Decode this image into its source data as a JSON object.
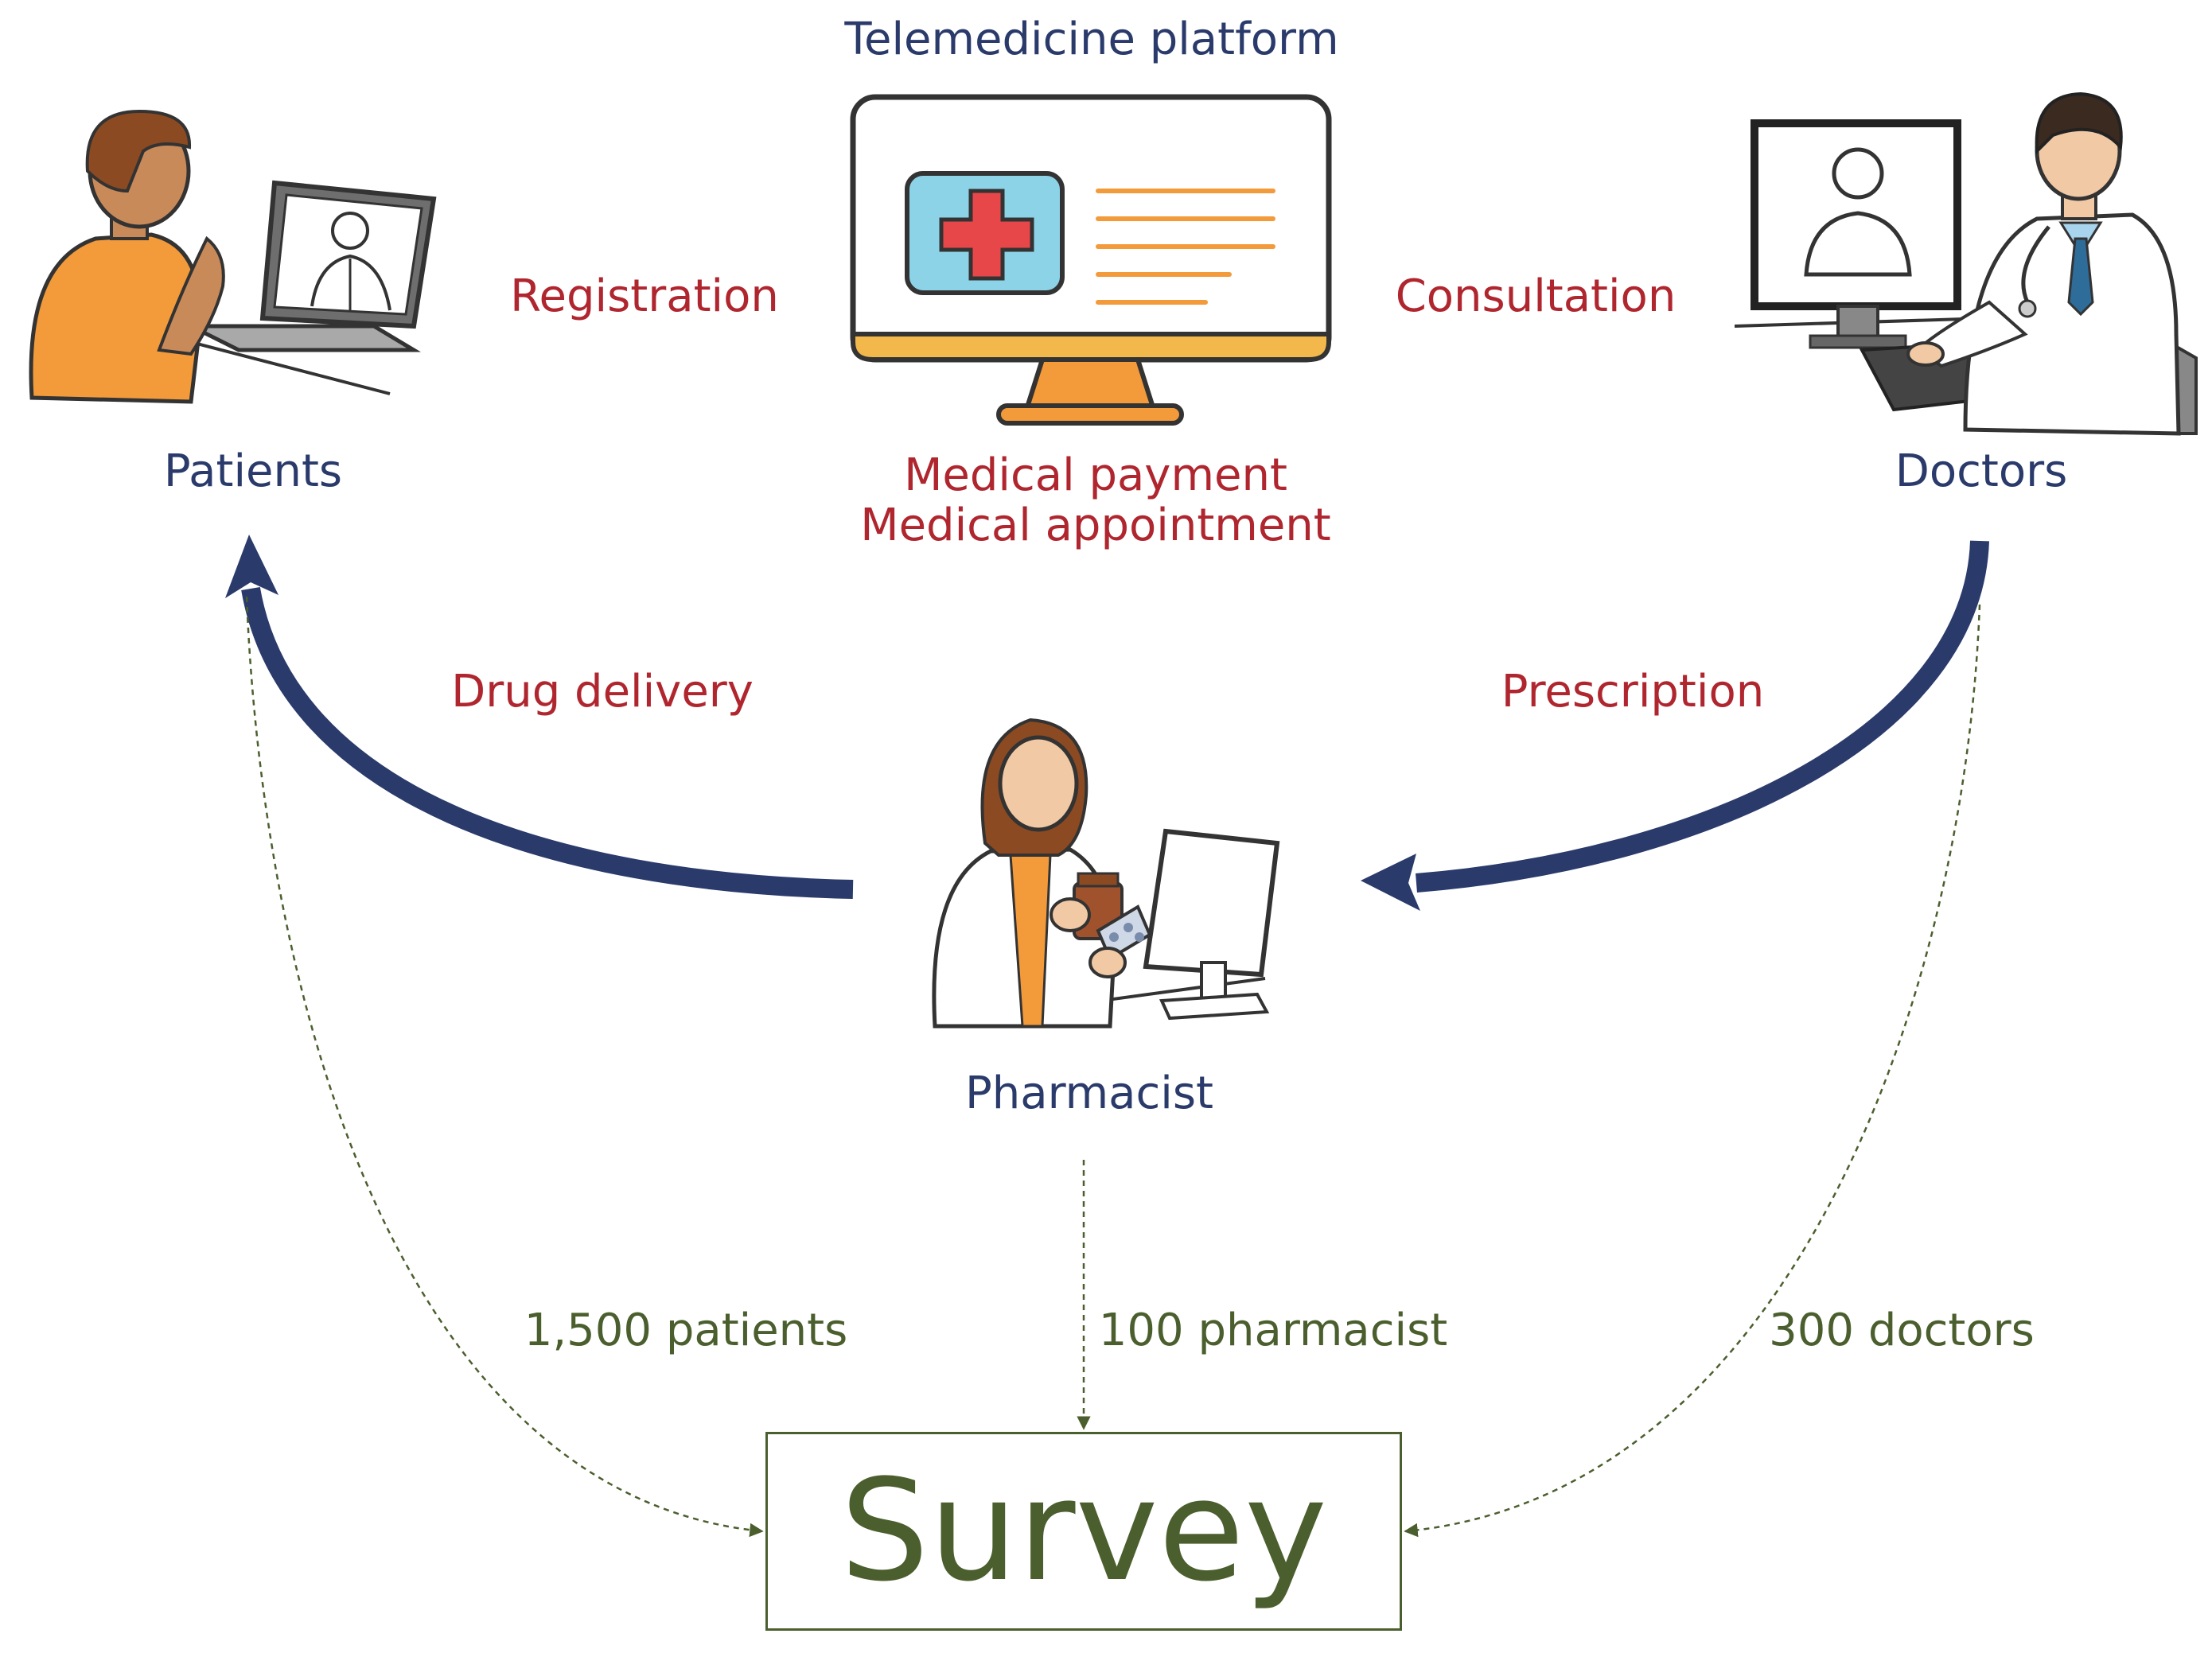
{
  "platform": {
    "title": "Telemedicine platform",
    "functions": [
      "Medical payment",
      "Medical appointment"
    ]
  },
  "actors": {
    "patients": "Patients",
    "doctors": "Doctors",
    "pharmacist": "Pharmacist"
  },
  "flows": {
    "registration": "Registration",
    "consultation": "Consultation",
    "prescription": "Prescription",
    "drug_delivery": "Drug delivery"
  },
  "survey": {
    "title": "Survey",
    "patients_count": "1,500 patients",
    "pharmacist_count": "100 pharmacist",
    "doctors_count": "300 doctors"
  },
  "colors": {
    "navy": "#2a3a6b",
    "red": "#b0262f",
    "green": "#4b5f2e",
    "orange": "#f39a3a",
    "screen_blue": "#8dd3e8",
    "monitor_base": "#f2b84b"
  }
}
